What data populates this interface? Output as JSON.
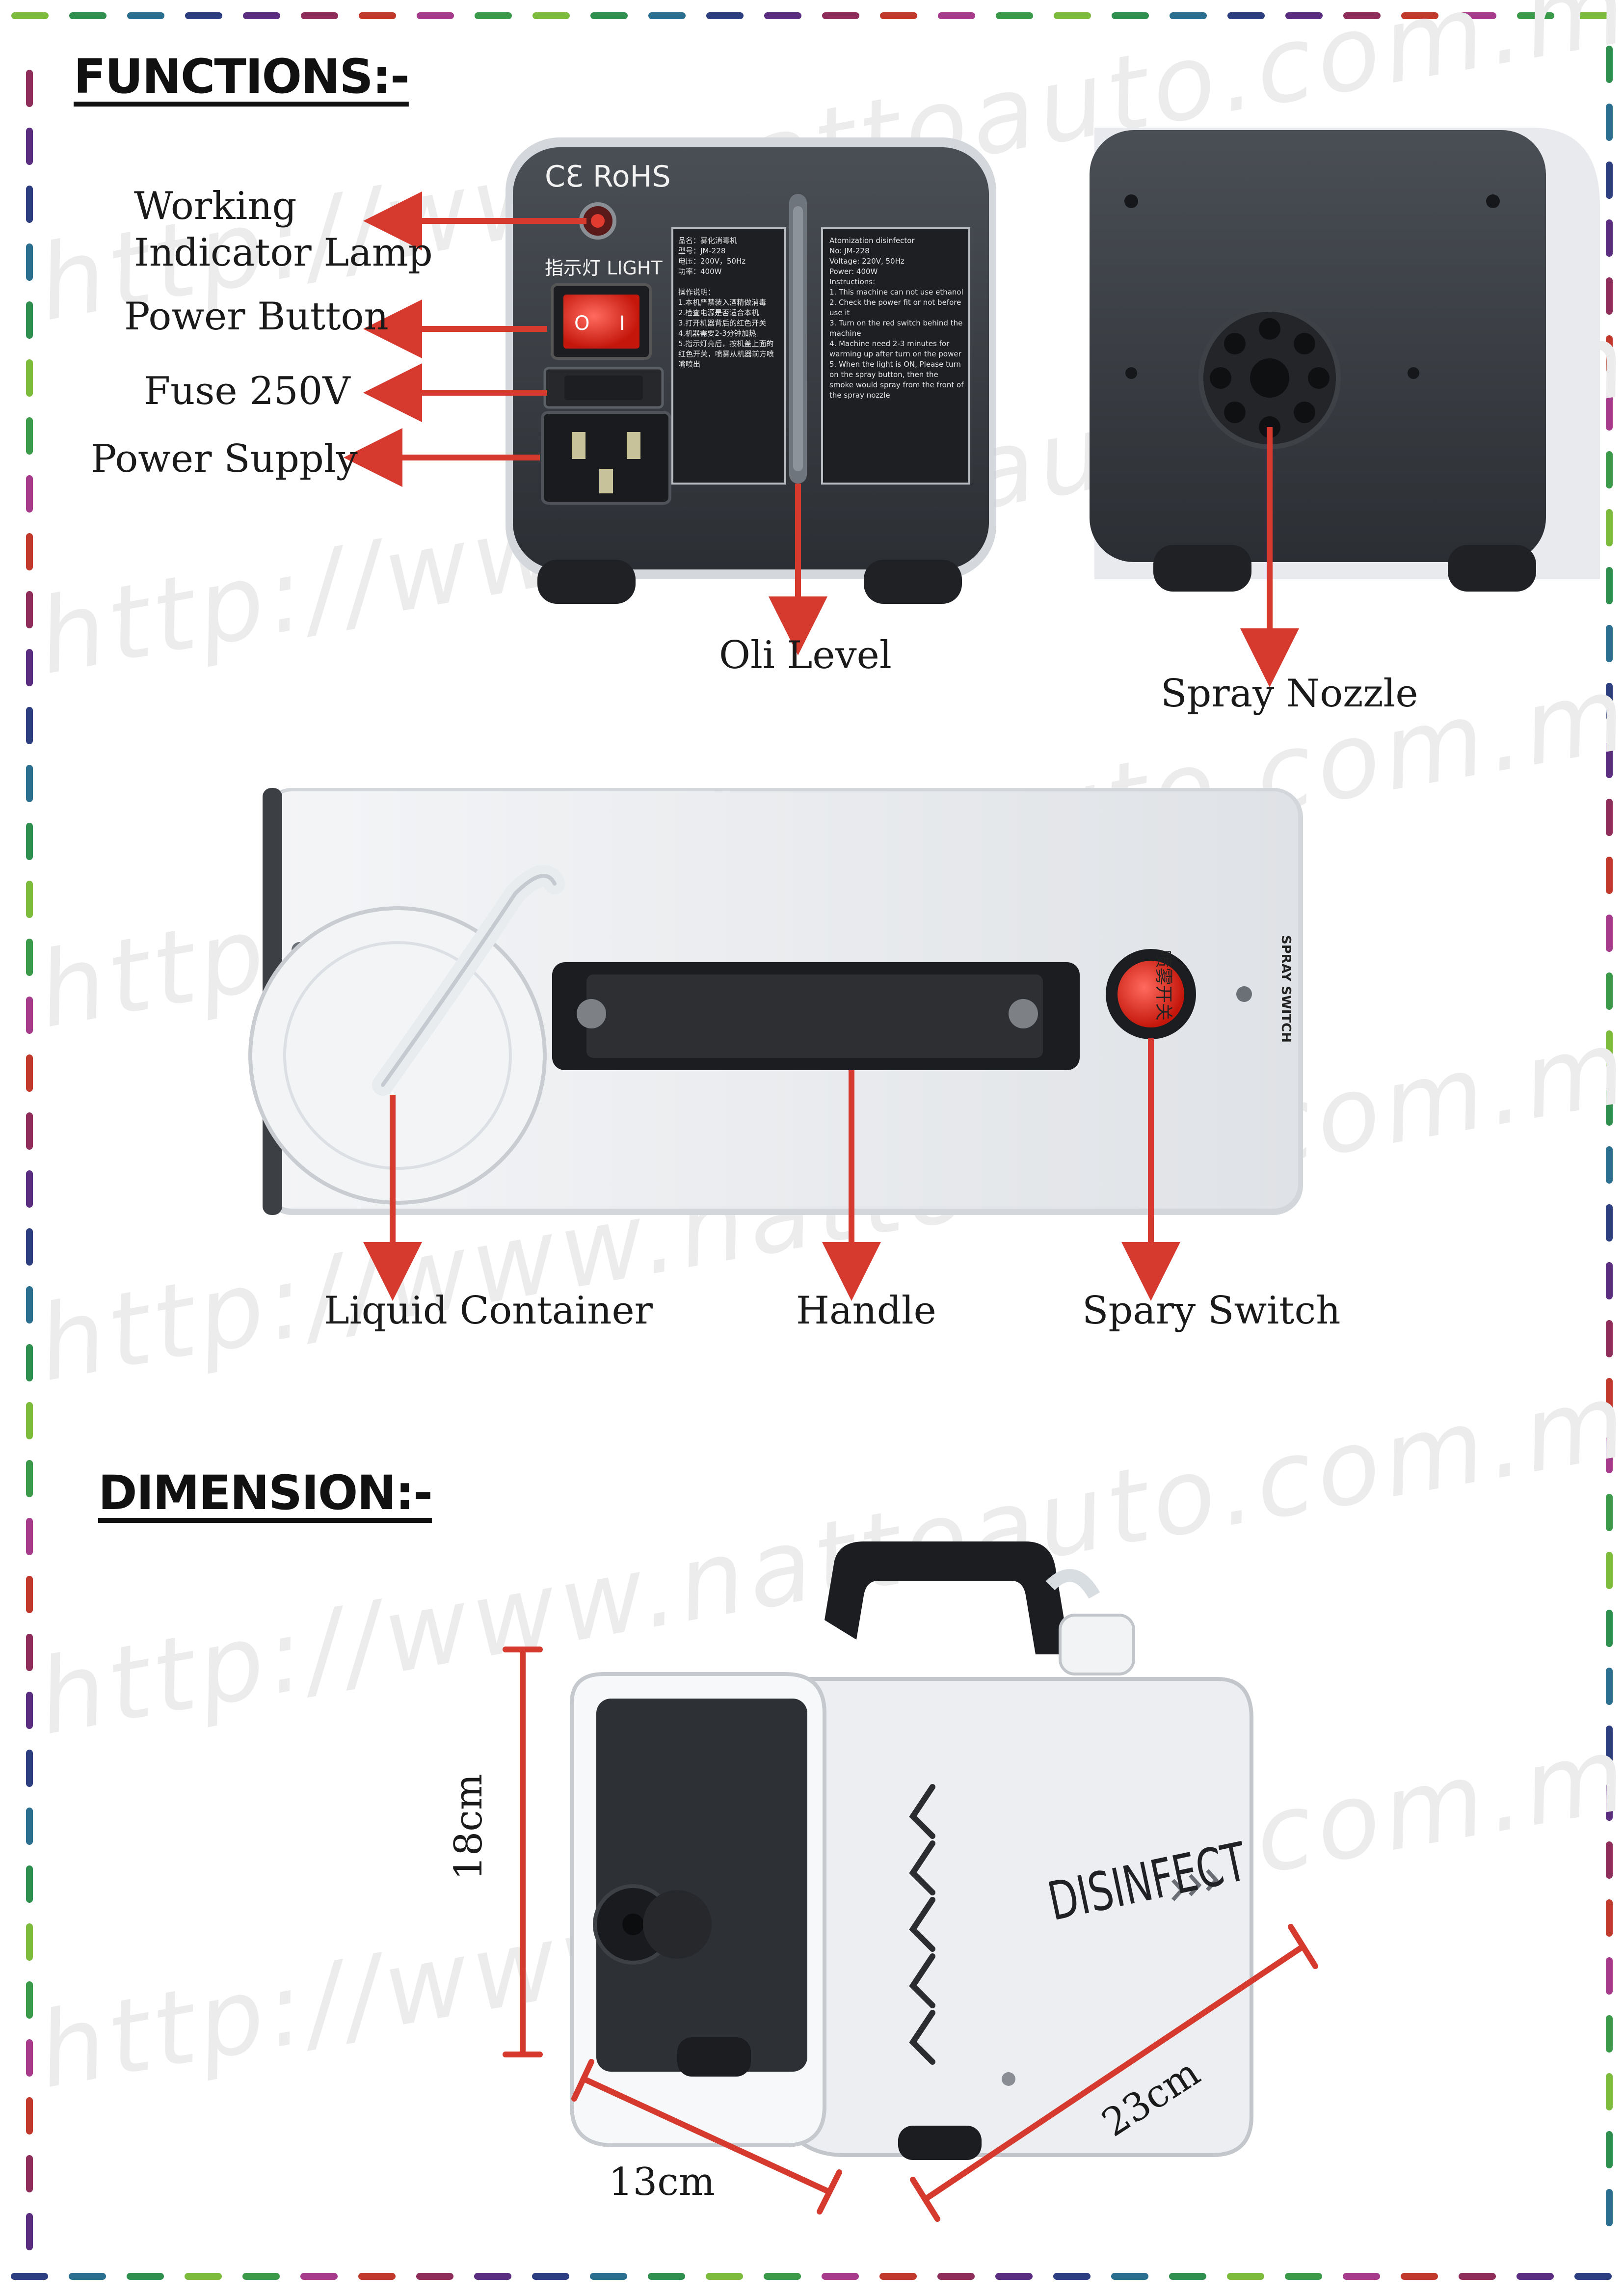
{
  "headings": {
    "functions": "FUNCTIONS:-",
    "dimension": "DIMENSION:-"
  },
  "back_panel": {
    "certification_marks": "CƐ RoHS",
    "light_label": "指示灯 LIGHT",
    "nameplate_cn": "品名：雾化消毒机\n型号：JM-228\n电压：200V，50Hz\n功率：400W\n\n操作说明：\n1.本机严禁装入酒精做消毒\n2.检查电源是否适合本机\n3.打开机器背后的红色开关\n4.机器需要2-3分钟加热\n5.指示灯亮后，按机盖上面的红色开关，喷雾从机器前方喷嘴喷出",
    "nameplate_en": "Atomization disinfector\nNo: JM-228\nVoltage: 220V, 50Hz\nPower: 400W\nInstructions:\n1. This machine can not use ethanol\n2. Check the power fit or not before use it\n3. Turn on the red switch behind the machine\n4. Machine need 2-3 minutes for warming up after turn on the power\n5. When the light is ON, Please turn on the spray button, then the smoke would spray from the front of the spray nozzle"
  },
  "top_panel": {
    "switch_label_cn": "喷雾开关",
    "switch_label_en": "SPRAY SWITCH"
  },
  "product": {
    "brand_text": "DISINFECT"
  },
  "callouts": {
    "working_indicator_lamp_line1": "Working",
    "working_indicator_lamp_line2": "Indicator Lamp",
    "power_button": "Power Button",
    "fuse": "Fuse 250V",
    "power_supply": "Power Supply",
    "oil_level": "Oli Level",
    "spray_nozzle": "Spray Nozzle",
    "liquid_container": "Liquid Container",
    "handle": "Handle",
    "spray_switch": "Spary Switch"
  },
  "dimensions": {
    "height": "18cm",
    "width": "13cm",
    "length": "23cm"
  },
  "watermark": "http://www.nattoauto.com.my/",
  "colors": {
    "arrow_red": "#d63a2f",
    "heading_black": "#111111",
    "border_palette": [
      "#7dbb3c",
      "#2f8f4e",
      "#2a6f8f",
      "#2d3e80",
      "#5a2d80",
      "#8f2d5a",
      "#c0392b",
      "#a53b8a",
      "#3a9a4a"
    ]
  }
}
